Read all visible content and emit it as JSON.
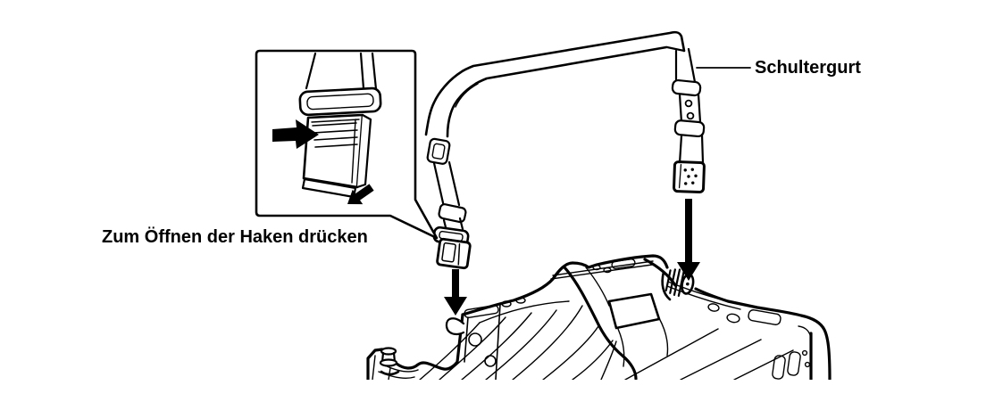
{
  "figure": {
    "background_color": "#ffffff",
    "line_color": "#000000",
    "callout": {
      "label": "Zum Öffnen der Haken drücken"
    },
    "strap": {
      "label": "Schultergurt"
    },
    "icons": {
      "press_arrow": "solid-arrow-right",
      "release_arrow": "solid-arrow-down-left",
      "attach_left_arrow": "solid-arrow-down",
      "attach_right_arrow": "solid-arrow-down"
    }
  }
}
